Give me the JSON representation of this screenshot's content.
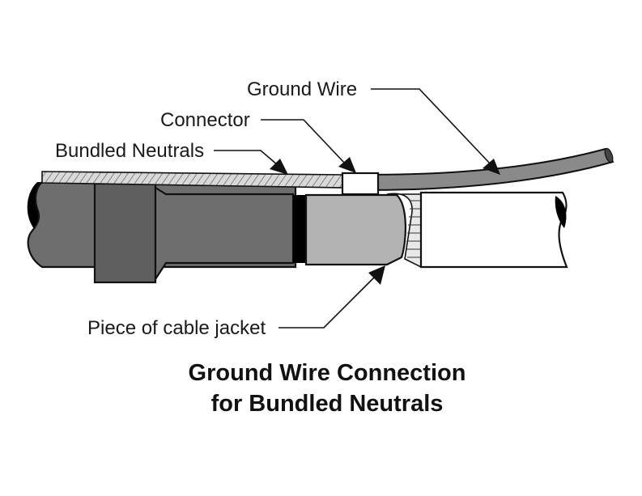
{
  "labels": {
    "ground_wire": "Ground Wire",
    "connector": "Connector",
    "bundled_neutrals": "Bundled Neutrals",
    "cable_jacket_piece": "Piece of cable jacket"
  },
  "caption": {
    "line1": "Ground Wire Connection",
    "line2": "for Bundled Neutrals"
  },
  "colors": {
    "cable_jacket": "#6e6e6e",
    "jacket_piece": "#b3b3b3",
    "cable_end": "#ffffff",
    "ends_black": "#000000",
    "wire": "#8a8a8a"
  }
}
